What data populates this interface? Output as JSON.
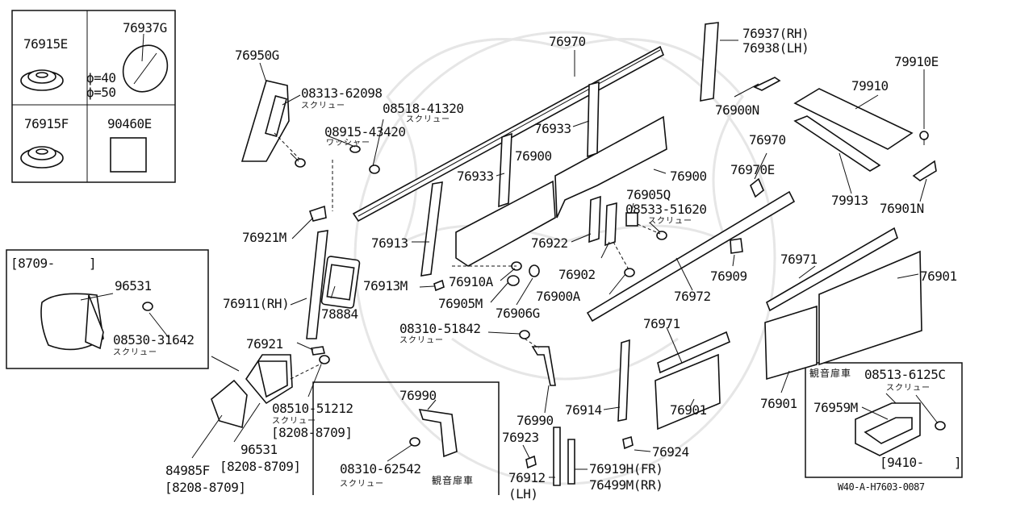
{
  "diagram_code": "W40-A-H7603-0087",
  "callouts": {
    "p76915E": "76915E",
    "p76937G": "76937G",
    "phi40": "ϕ=40",
    "phi50": "ϕ=50",
    "p76915F": "76915F",
    "p90460E": "90460E",
    "p76950G": "76950G",
    "p08313": "08313-62098",
    "p08518": "08518-41320",
    "p08915": "08915-43420",
    "p76970a": "76970",
    "p76937": "76937(RH)",
    "p76938": "76938(LH)",
    "p79910E": "79910E",
    "p79910": "79910",
    "p76900N": "76900N",
    "p76933a": "76933",
    "p76933b": "76933",
    "p76900a": "76900",
    "p76900b": "76900",
    "p76970b": "76970",
    "p76970E": "76970E",
    "p79913": "79913",
    "p76901N": "76901N",
    "p76905Q": "76905Q",
    "p08533": "08533-51620",
    "p76921M": "76921M",
    "p76913": "76913",
    "p76922": "76922",
    "p76971a": "76971",
    "p76901a": "76901",
    "p8709": "[8709-",
    "p8709b": "]",
    "p96531a": "96531",
    "p08530": "08530-31642",
    "p76911": "76911(RH)",
    "p78884": "78884",
    "p76913M": "76913M",
    "p76910A": "76910A",
    "p76902": "76902",
    "p76909": "76909",
    "p76905M": "76905M",
    "p76906G": "76906G",
    "p76900A": "76900A",
    "p76972": "76972",
    "p08310a": "08310-51842",
    "p76971b": "76971",
    "p76921": "76921",
    "p76901b": "76901",
    "p76901c": "76901",
    "p08510": "08510-51212",
    "p8208a": "[8208-8709]",
    "p96531b": "96531",
    "p8208b": "[8208-8709]",
    "p84985F": "84985F",
    "p8208c": "[8208-8709]",
    "p76990a": "76990",
    "p76990b": "76990",
    "p76914": "76914",
    "p76923": "76923",
    "p76924": "76924",
    "p08310b": "08310-62542",
    "p76912": "76912",
    "pLH": "(LH)",
    "p76919H": "76919H(FR)",
    "p76499M": "76499M(RR)",
    "p08513": "08513-6125C",
    "p76959M": "76959M",
    "p9410": "[9410-",
    "p9410b": "]"
  },
  "kana": {
    "screw": "スクリュー",
    "washer": "ワッシャー",
    "kannon": "観音扉車"
  }
}
